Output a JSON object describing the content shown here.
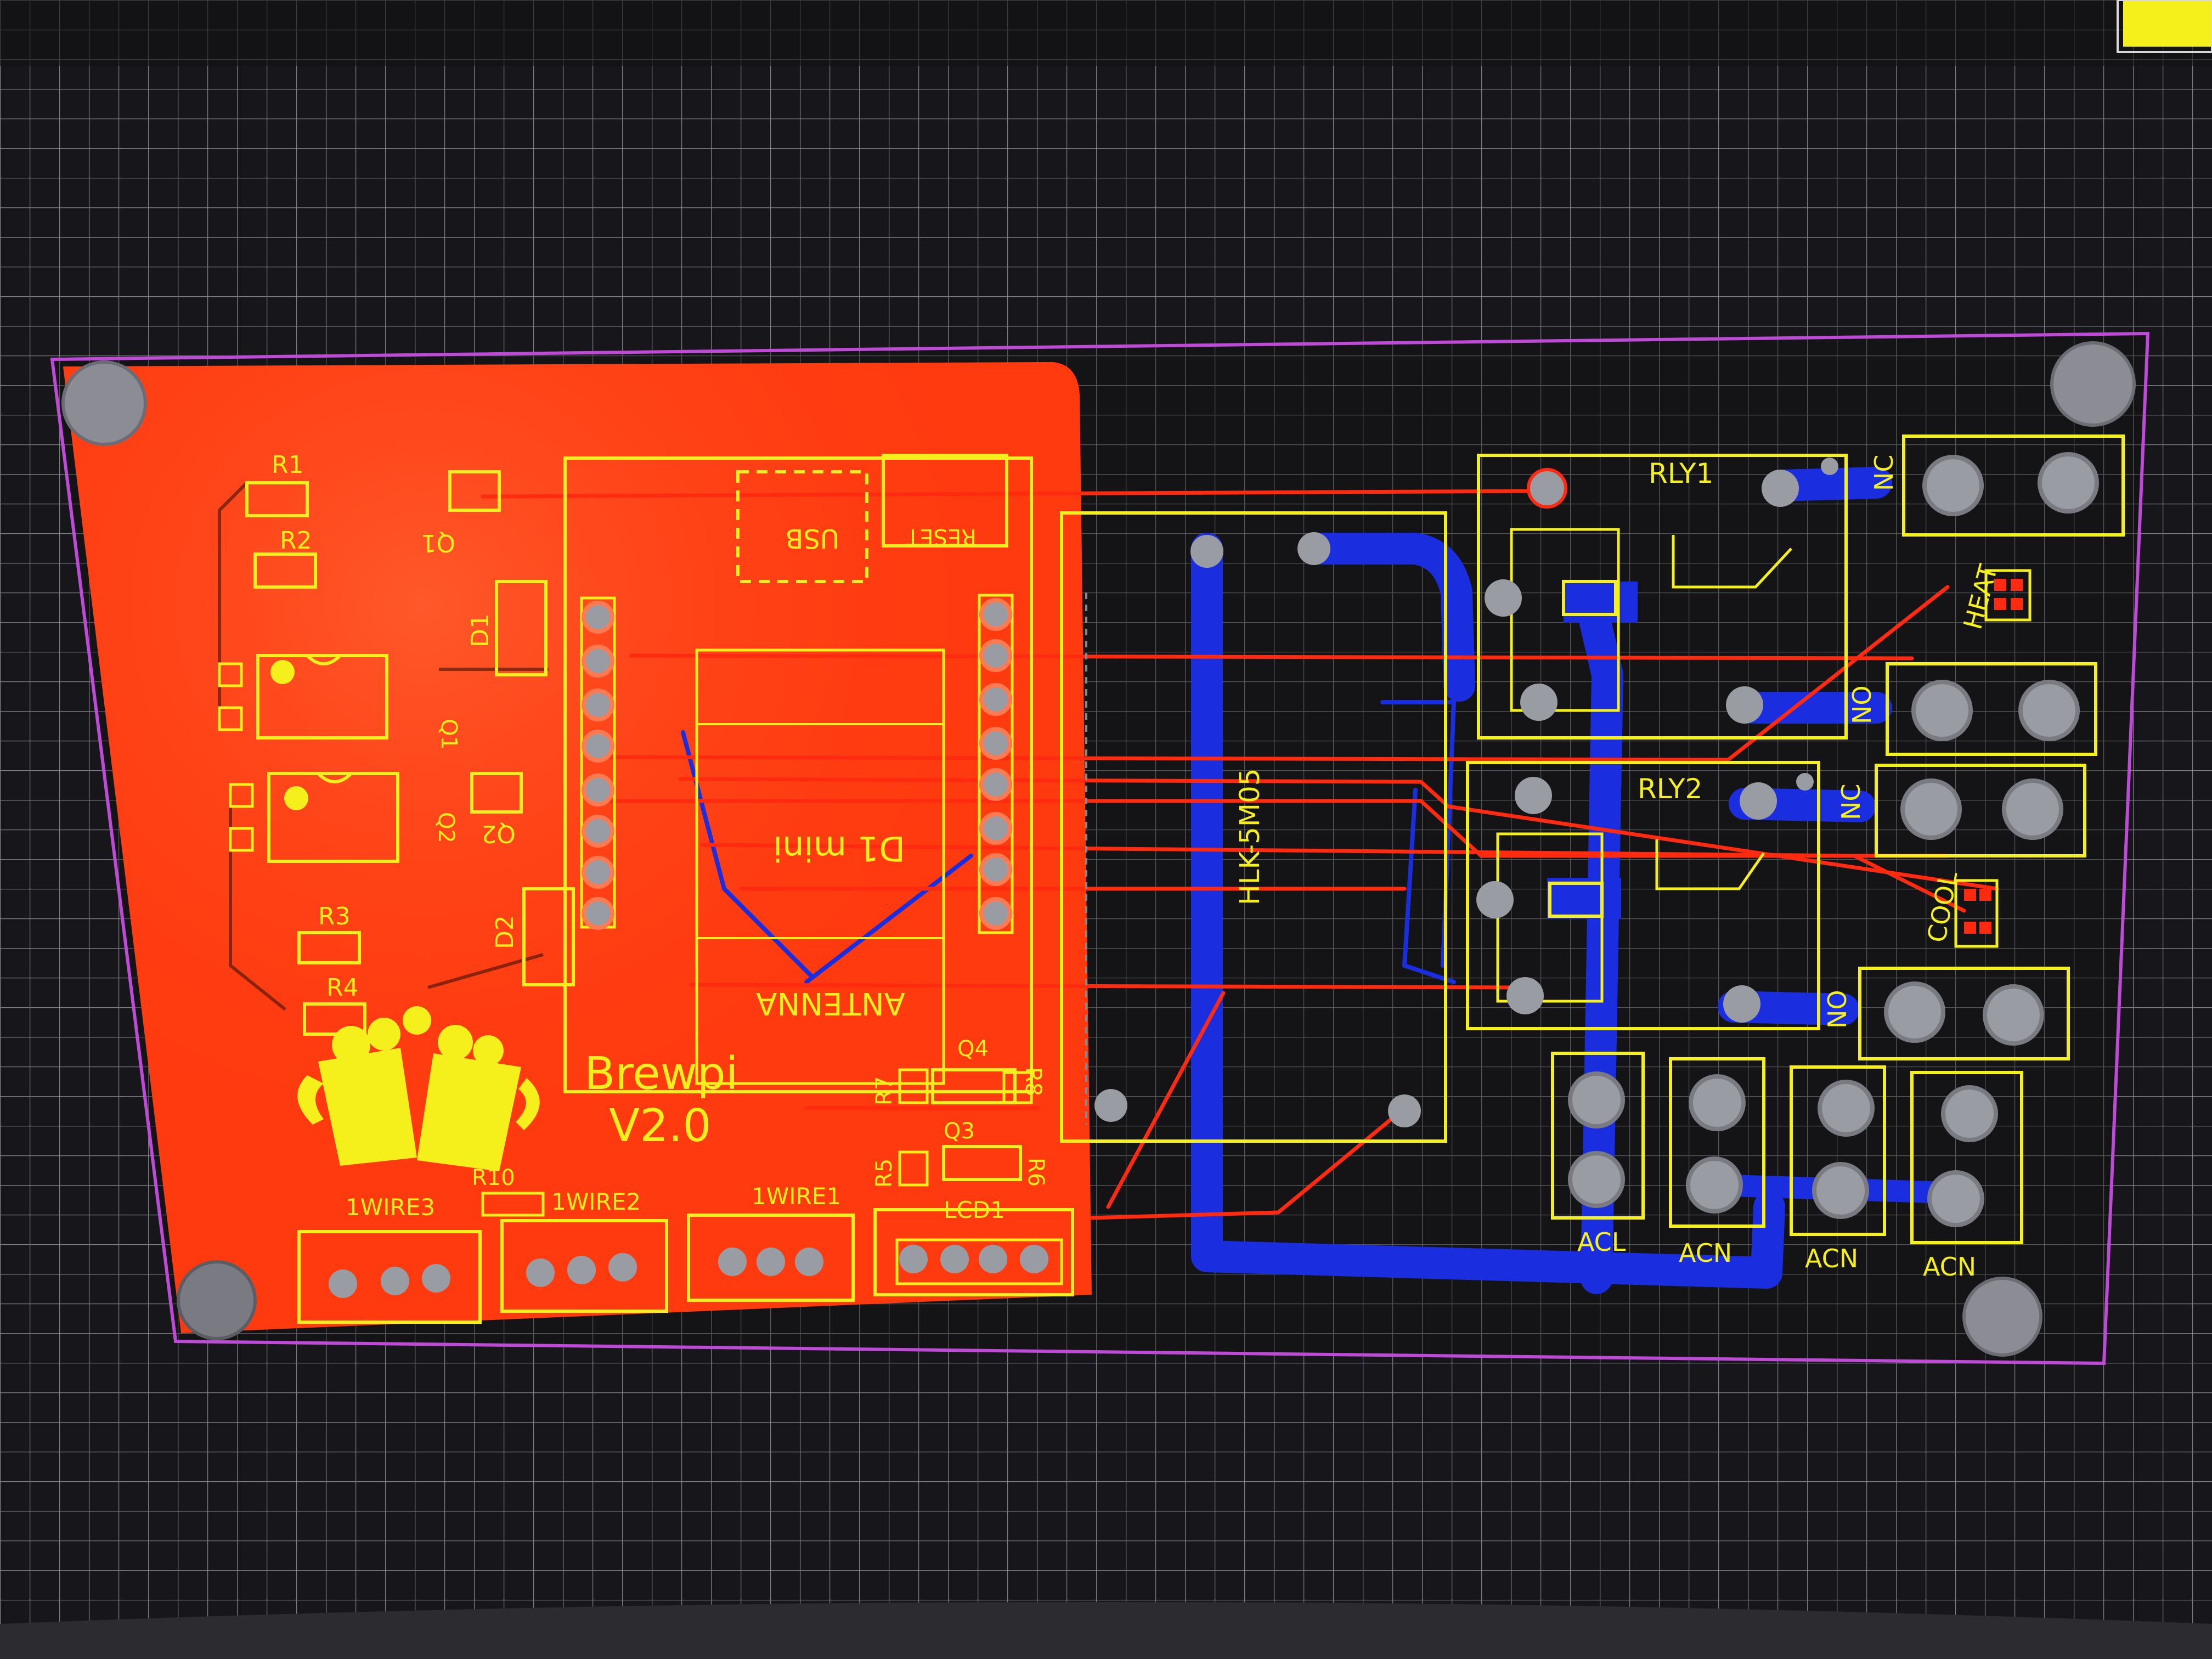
{
  "colors": {
    "background": "#17171b",
    "grid": "#cfd2d8",
    "board_outline": "#c04ad8",
    "top_copper": "#ff3a0f",
    "top_trace": "#ff2a10",
    "bottom_copper": "#1a2ee0",
    "silkscreen": "#f5ef1c",
    "pad": "#9a9ca3",
    "mount_hole": "#8c8c94"
  },
  "icons": {
    "toolbar_corner": "yellow-square",
    "mascot": "beer-mugs-logo"
  },
  "board": {
    "title": "Brewpi",
    "version": "V2.0",
    "module": {
      "name": "D1 mini",
      "usb": "USB",
      "reset": "RESET",
      "antenna": "ANTENNA"
    },
    "power_module": "HLK-5M05",
    "relays": [
      "RLY1",
      "RLY2"
    ],
    "relay_contacts": {
      "rly1_nc": "NC",
      "rly1_no": "NO",
      "rly2_nc": "NC",
      "rly2_no": "NO"
    },
    "leds": {
      "heat": "HEAT",
      "cool": "COOL"
    },
    "refs": {
      "r1": "R1",
      "r2": "R2",
      "r3": "R3",
      "r4": "R4",
      "r5": "R5",
      "r6": "R6",
      "r7": "R7",
      "r8": "R8",
      "r10": "R10",
      "q1": "Q1",
      "q2": "Q2",
      "q3": "Q3",
      "q4": "Q4",
      "d1": "D1",
      "d2": "D2"
    },
    "connectors": {
      "onewire1": "1WIRE1",
      "onewire2": "1WIRE2",
      "onewire3": "1WIRE3",
      "lcd": "LCD1"
    },
    "ac_terminals": [
      "ACL",
      "ACN",
      "ACN",
      "ACN"
    ]
  }
}
